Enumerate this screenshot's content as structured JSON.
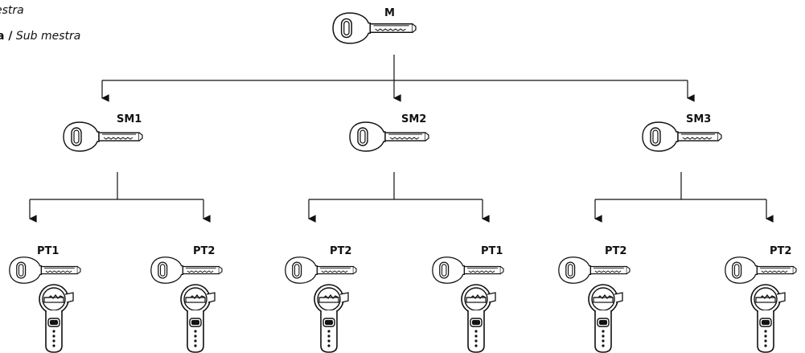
{
  "legend": {
    "line1_italic": "estra",
    "line2_bold": "a /",
    "line2_italic": "Sub mestra"
  },
  "tree": {
    "root": {
      "label": "M"
    },
    "submasters": [
      {
        "label": "SM1",
        "children": [
          {
            "label": "PT1"
          },
          {
            "label": "PT2"
          }
        ]
      },
      {
        "label": "SM2",
        "children": [
          {
            "label": "PT2"
          },
          {
            "label": "PT1"
          }
        ]
      },
      {
        "label": "SM3",
        "children": [
          {
            "label": "PT2"
          },
          {
            "label": "PT2"
          }
        ]
      }
    ]
  },
  "icons": {
    "key": "key-icon",
    "cylinder": "cylinder-lock-icon"
  },
  "colors": {
    "line": "#111111",
    "key_fill": "#ffffff"
  }
}
